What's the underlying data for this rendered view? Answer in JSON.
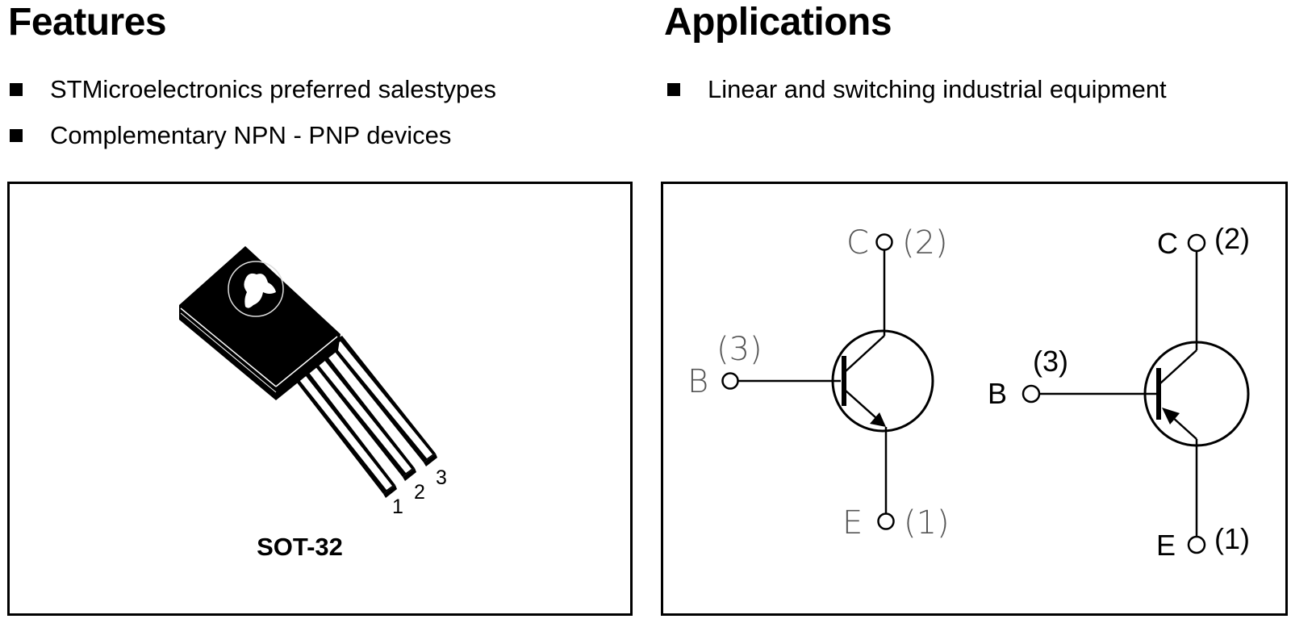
{
  "features": {
    "heading": "Features",
    "items": [
      "STMicroelectronics preferred salestypes",
      "Complementary NPN - PNP devices"
    ]
  },
  "applications": {
    "heading": "Applications",
    "items": [
      "Linear and switching industrial equipment"
    ]
  },
  "package": {
    "name": "SOT-32",
    "pin_numbers": [
      "1",
      "2",
      "3"
    ]
  },
  "schematics": [
    {
      "type": "NPN",
      "collector": {
        "letter": "C",
        "pin": "(2)"
      },
      "base": {
        "letter": "B",
        "pin": "(3)"
      },
      "emitter": {
        "letter": "E",
        "pin": "(1)"
      }
    },
    {
      "type": "PNP",
      "collector": {
        "letter": "C",
        "pin": "(2)"
      },
      "base": {
        "letter": "B",
        "pin": "(3)"
      },
      "emitter": {
        "letter": "E",
        "pin": "(1)"
      }
    }
  ]
}
